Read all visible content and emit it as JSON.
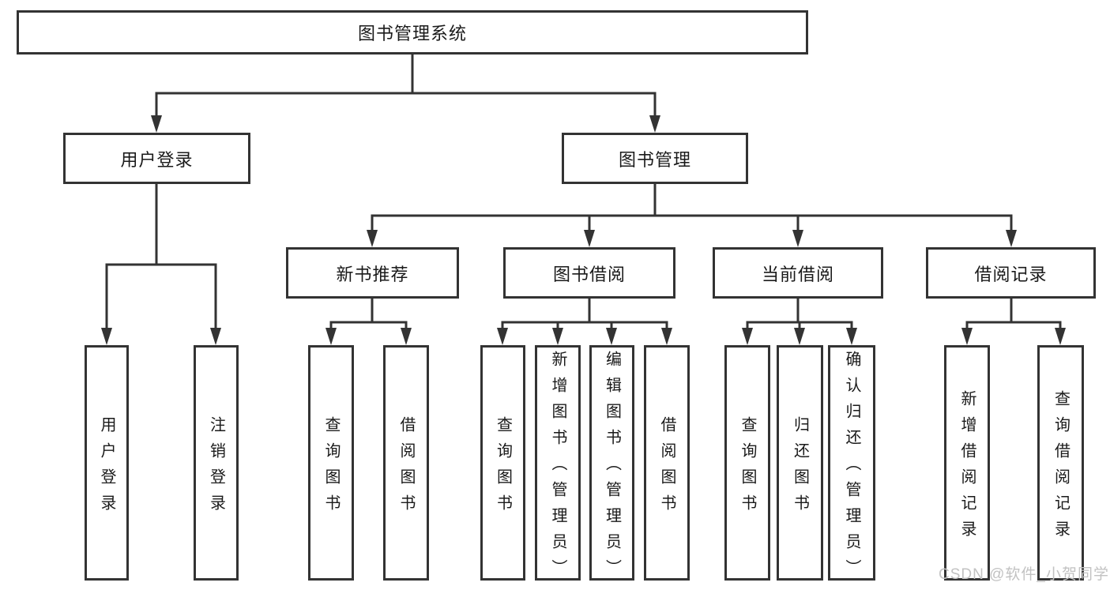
{
  "tree": {
    "label": "图书管理系统",
    "children": [
      {
        "label": "用户登录",
        "children": [
          {
            "label": "用户登录"
          },
          {
            "label": "注销登录"
          }
        ]
      },
      {
        "label": "图书管理",
        "children": [
          {
            "label": "新书推荐",
            "children": [
              {
                "label": "查询图书"
              },
              {
                "label": "借阅图书"
              }
            ]
          },
          {
            "label": "图书借阅",
            "children": [
              {
                "label": "查询图书"
              },
              {
                "label": "新增图书（管理员）"
              },
              {
                "label": "编辑图书（管理员）"
              },
              {
                "label": "借阅图书"
              }
            ]
          },
          {
            "label": "当前借阅",
            "children": [
              {
                "label": "查询图书"
              },
              {
                "label": "归还图书"
              },
              {
                "label": "确认归还（管理员）"
              }
            ]
          },
          {
            "label": "借阅记录",
            "children": [
              {
                "label": "新增借阅记录"
              },
              {
                "label": "查询借阅记录"
              }
            ]
          }
        ]
      }
    ]
  },
  "watermark": {
    "text": "CSDN @软件_小贺同学"
  },
  "colors": {
    "line": "#333333",
    "text": "#1a1a1a",
    "watermark": "#c2c2c2",
    "background": "#ffffff"
  }
}
